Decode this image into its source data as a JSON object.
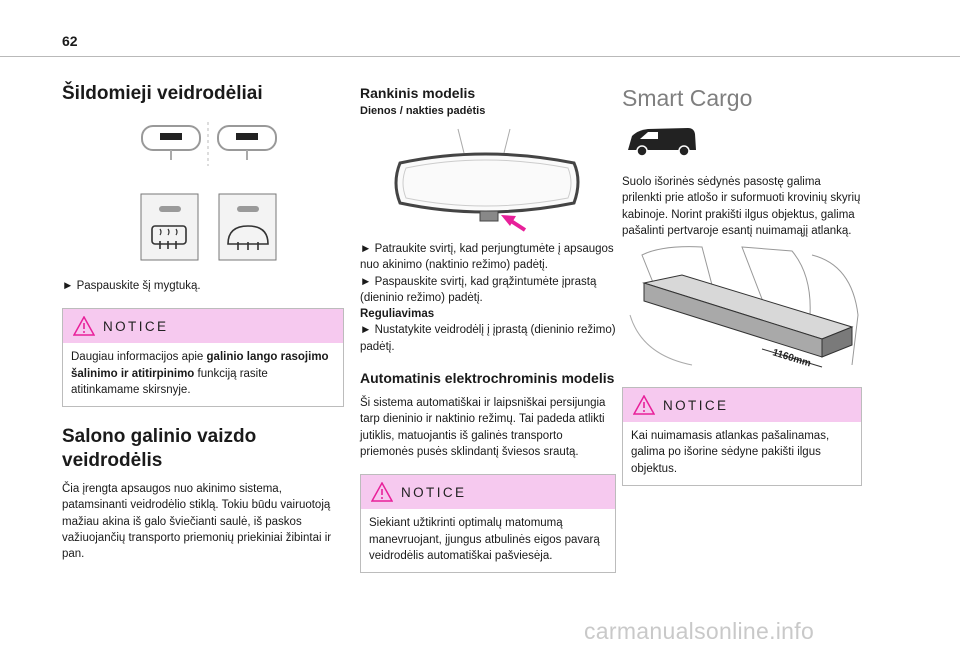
{
  "page": {
    "number": "62",
    "watermark": "carmanualsonline.info"
  },
  "col1": {
    "title": "Šildomieji veidrodėliai",
    "instruction": "► Paspauskite šį mygtuką.",
    "notice": {
      "label": "NOTICE",
      "text_before": "Daugiau informacijos apie ",
      "text_bold": "galinio lango rasojimo šalinimo ir atitirpinimo",
      "text_after": " funkciją rasite atitinkamame skirsnyje."
    },
    "section2_title": "Salono galinio vaizdo veidrodėlis",
    "section2_text": "Čia įrengta apsaugos nuo akinimo sistema, patamsinanti veidrodėlio stiklą. Tokiu būdu vairuotoją mažiau akina iš galo šviečianti saulė, iš paskos važiuojančių transporto priemonių priekiniai žibintai ir pan."
  },
  "col2": {
    "title": "Rankinis modelis",
    "subtitle": "Dienos / nakties padėtis",
    "step1": "► Patraukite svirtį, kad perjungtumėte į apsaugos nuo akinimo (naktinio režimo) padėtį.",
    "step2": "► Paspauskite svirtį, kad grąžintumėte įprastą (dieninio režimo) padėtį.",
    "adjust_title": "Reguliavimas",
    "step3": "► Nustatykite veidrodėlį į įprastą (dieninio režimo) padėtį.",
    "auto_title": "Automatinis elektrochrominis modelis",
    "auto_text": "Ši sistema automatiškai ir laipsniškai persijungia tarp dieninio ir naktinio režimų. Tai padeda atlikti jutiklis, matuojantis iš galinės transporto priemonės pusės sklindantį šviesos srautą.",
    "notice": {
      "label": "NOTICE",
      "text": "Siekiant užtikrinti optimalų matomumą manevruojant, įjungus atbulinės eigos pavarą veidrodėlis automatiškai pašviesėja."
    }
  },
  "col3": {
    "title": "Smart Cargo",
    "text": "Suolo išorinės sėdynės pasostę galima prilenkti prie atlošo ir suformuoti krovinių skyrių kabinoje. Norint prakišti ilgus objektus, galima pašalinti pertvaroje esantį nuimamąjį atlanką.",
    "dimension_label": "1160mm",
    "notice": {
      "label": "NOTICE",
      "text": "Kai nuimamasis atlankas pašalinamas, galima po išorine sėdyne pakišti ilgus objektus."
    }
  },
  "colors": {
    "accent": "#e8209a",
    "notice_bg": "#f6c9ef",
    "heading_grey": "#7f7f7f"
  }
}
